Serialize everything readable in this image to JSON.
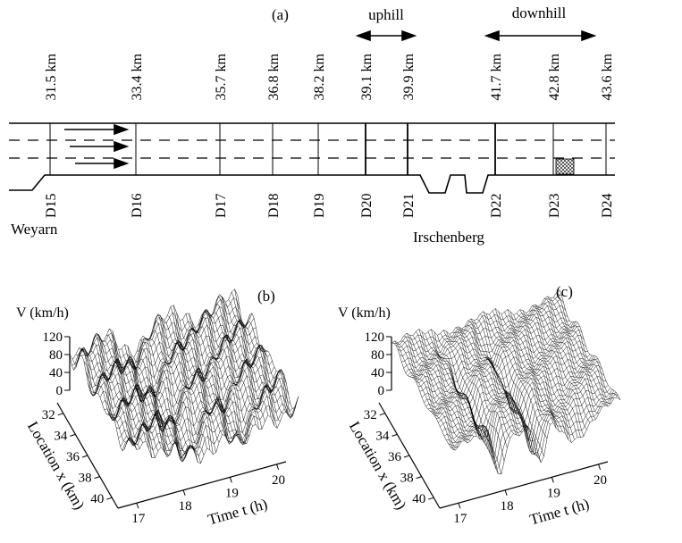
{
  "panel_a": {
    "label": "(a)",
    "uphill_label": "uphill",
    "downhill_label": "downhill",
    "detectors": [
      {
        "id": "D15",
        "km": "31.5 km"
      },
      {
        "id": "D16",
        "km": "33.4 km"
      },
      {
        "id": "D17",
        "km": "35.7 km"
      },
      {
        "id": "D18",
        "km": "36.8 km"
      },
      {
        "id": "D19",
        "km": "38.2 km"
      },
      {
        "id": "D20",
        "km": "39.1 km"
      },
      {
        "id": "D21",
        "km": "39.9 km"
      },
      {
        "id": "D22",
        "km": "41.7 km"
      },
      {
        "id": "D23",
        "km": "42.8 km"
      },
      {
        "id": "D24",
        "km": "43.6 km"
      }
    ],
    "place_left": "Weyarn",
    "place_right": "Irschenberg"
  },
  "panel_b": {
    "label": "(b)",
    "zlabel": "V (km/h)",
    "z_ticks": [
      "0",
      "40",
      "80",
      "120"
    ],
    "location_ticks": [
      "32",
      "34",
      "36",
      "38",
      "40"
    ],
    "time_ticks": [
      "17",
      "18",
      "19",
      "20"
    ],
    "location_label": "Location x (km)",
    "time_label": "Time t (h)"
  },
  "panel_c": {
    "label": "(c)",
    "zlabel": "V (km/h)",
    "z_ticks": [
      "0",
      "40",
      "80",
      "120"
    ],
    "location_ticks": [
      "32",
      "34",
      "36",
      "38",
      "40"
    ],
    "time_ticks": [
      "17",
      "18",
      "19",
      "20"
    ],
    "location_label": "Location x (km)",
    "time_label": "Time t (h)"
  }
}
